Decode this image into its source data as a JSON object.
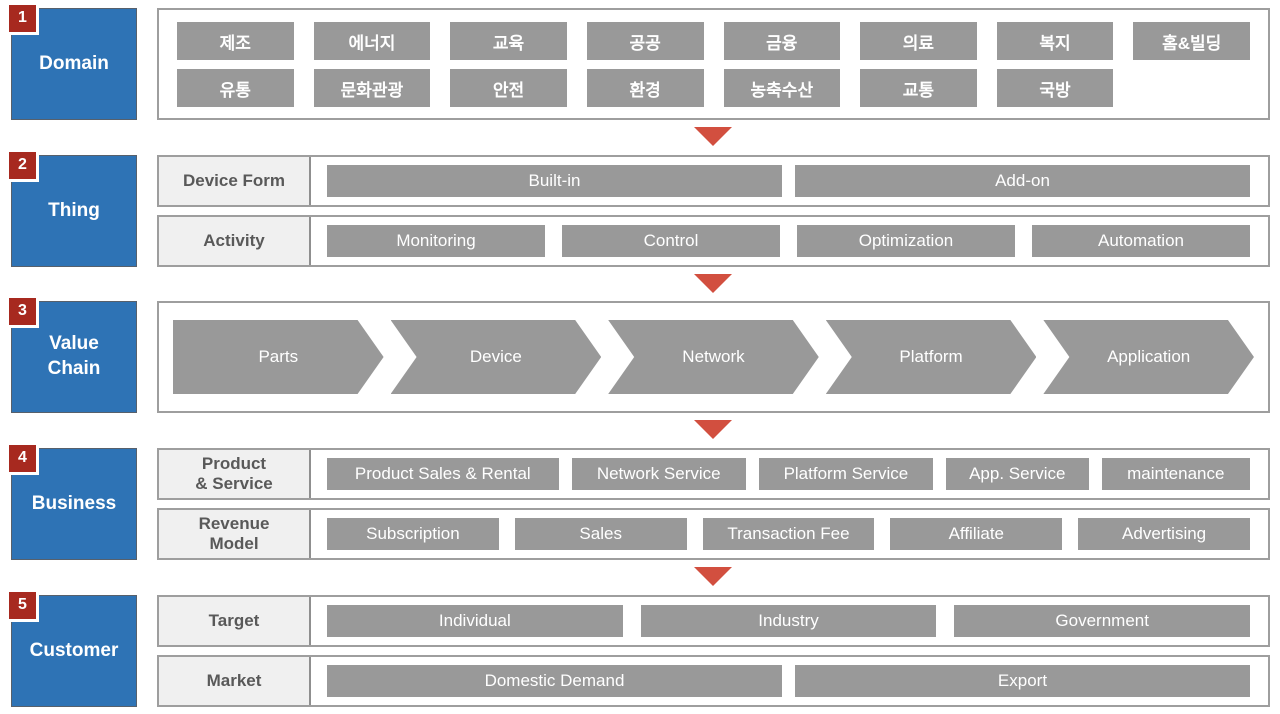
{
  "colors": {
    "side_blue": "#2E73B5",
    "badge_red": "#A7291F",
    "arrow_red": "#D24F3F",
    "item_gray": "#999999",
    "panel_border": "#9E9E9E",
    "label_cell_bg": "#F0F0F0",
    "label_text": "#595959"
  },
  "sections": [
    {
      "number": "1",
      "title": "Domain",
      "title_lines": [
        "Domain"
      ],
      "items": [
        "제조",
        "에너지",
        "교육",
        "공공",
        "금융",
        "의료",
        "복지",
        "홈&빌딩",
        "유통",
        "문화관광",
        "안전",
        "환경",
        "농축수산",
        "교통",
        "국방"
      ]
    },
    {
      "number": "2",
      "title": "Thing",
      "title_lines": [
        "Thing"
      ],
      "rows": [
        {
          "label": "Device Form",
          "label_lines": [
            "Device Form"
          ],
          "items": [
            "Built-in",
            "Add-on"
          ]
        },
        {
          "label": "Activity",
          "label_lines": [
            "Activity"
          ],
          "items": [
            "Monitoring",
            "Control",
            "Optimization",
            "Automation"
          ]
        }
      ]
    },
    {
      "number": "3",
      "title": "Value Chain",
      "title_lines": [
        "Value",
        "Chain"
      ],
      "items": [
        "Parts",
        "Device",
        "Network",
        "Platform",
        "Application"
      ]
    },
    {
      "number": "4",
      "title": "Business",
      "title_lines": [
        "Business"
      ],
      "rows": [
        {
          "label": "Product & Service",
          "label_lines": [
            "Product",
            "& Service"
          ],
          "items": [
            "Product Sales & Rental",
            "Network Service",
            "Platform Service",
            "App. Service",
            "maintenance"
          ]
        },
        {
          "label": "Revenue Model",
          "label_lines": [
            "Revenue",
            "Model"
          ],
          "items": [
            "Subscription",
            "Sales",
            "Transaction Fee",
            "Affiliate",
            "Advertising"
          ]
        }
      ]
    },
    {
      "number": "5",
      "title": "Customer",
      "title_lines": [
        "Customer"
      ],
      "rows": [
        {
          "label": "Target",
          "label_lines": [
            "Target"
          ],
          "items": [
            "Individual",
            "Industry",
            "Government"
          ]
        },
        {
          "label": "Market",
          "label_lines": [
            "Market"
          ],
          "items": [
            "Domestic Demand",
            "Export"
          ]
        }
      ]
    }
  ]
}
